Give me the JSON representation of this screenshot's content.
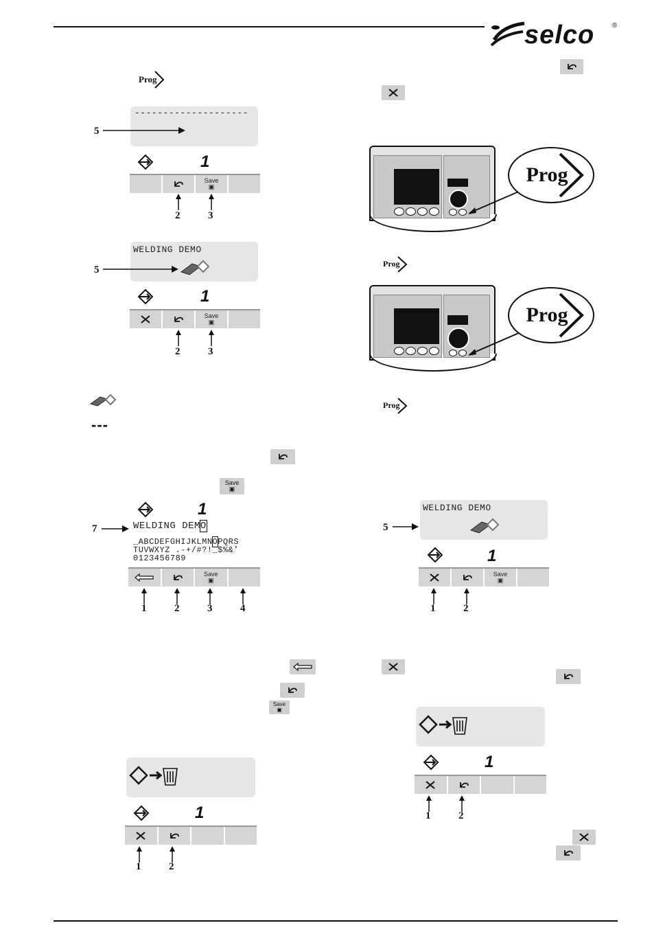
{
  "header": {
    "brand": "selco",
    "registered": "®"
  },
  "labels": {
    "prog": "Prog",
    "save": "Save",
    "channel": "1",
    "dashes": "--------------------",
    "program_name": "WELDING DEMO",
    "program_name_edit": "WELDING DEM",
    "program_name_cursor": "O",
    "charset_line1_a": "_ABCDEFGHIJKLMN",
    "charset_line1_cursor": "O",
    "charset_line1_b": "PQRS",
    "charset_line2": "TUVWXYZ .-+/#?!_$%&'",
    "charset_line3": "0123456789"
  },
  "callouts": {
    "n1": "1",
    "n2": "2",
    "n3": "3",
    "n4": "4",
    "n5": "5",
    "n7": "7",
    "dash_mark": "---"
  },
  "icons": [
    "prog-icon",
    "undo-icon",
    "close-icon",
    "save-icon",
    "backspace-arrow-icon",
    "memory-chip-icon",
    "delete-to-bin-icon",
    "channel-select-icon",
    "selco-logo-icon"
  ]
}
